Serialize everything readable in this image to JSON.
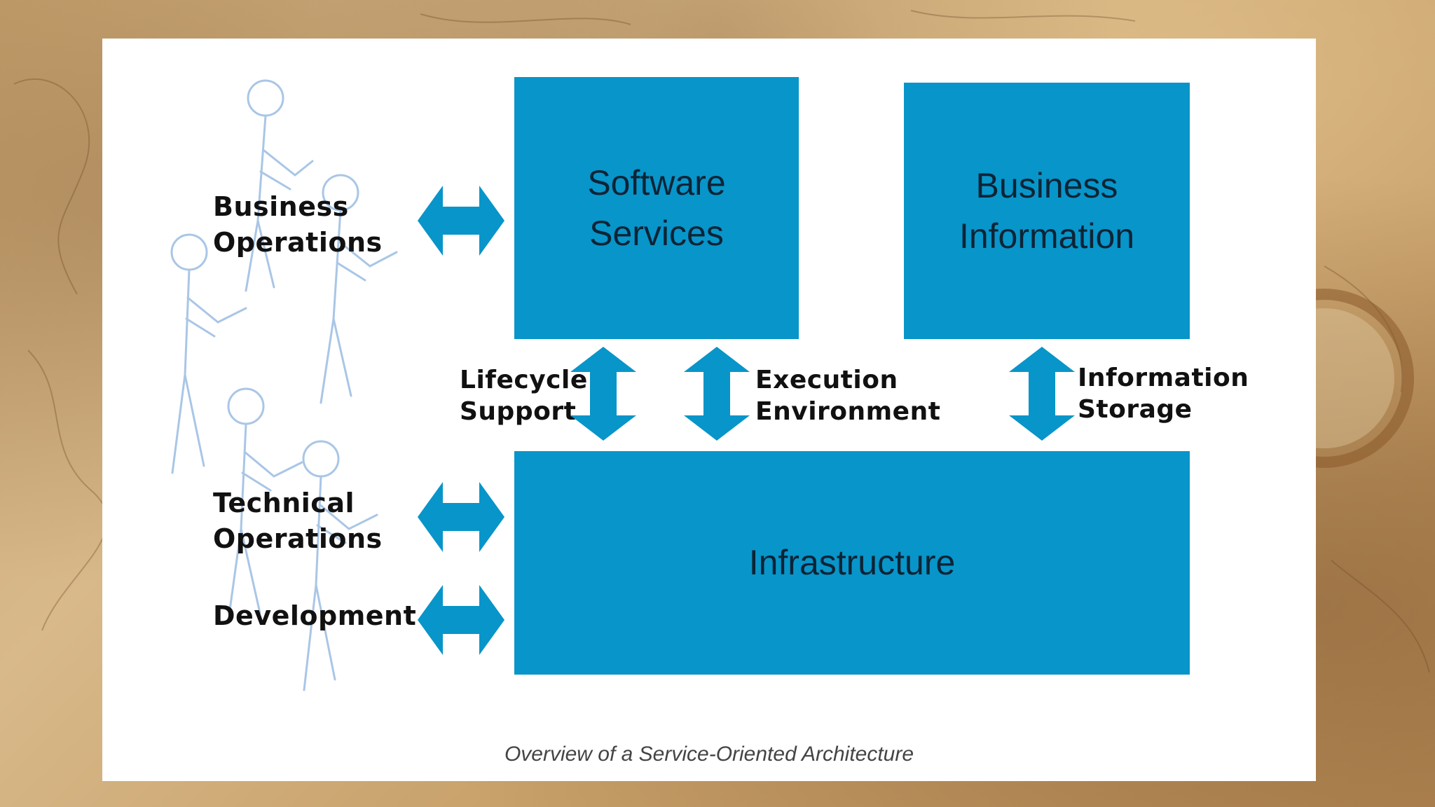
{
  "slide": {
    "boxes": {
      "software_services": [
        "Software",
        "Services"
      ],
      "business_information": [
        "Business",
        "Information"
      ],
      "infrastructure": "Infrastructure"
    },
    "labels": {
      "business_operations": [
        "Business",
        "Operations"
      ],
      "technical_operations": [
        "Technical",
        "Operations"
      ],
      "development": "Development",
      "lifecycle_support": [
        "Lifecycle",
        "Support"
      ],
      "execution_environment": [
        "Execution",
        "Environment"
      ],
      "information_storage": [
        "Information",
        "Storage"
      ]
    },
    "caption": "Overview of a Service-Oriented Architecture",
    "colors": {
      "box_fill": "#0895c9",
      "figure_stroke": "#a9c6e6",
      "background": "#c9a572"
    }
  }
}
